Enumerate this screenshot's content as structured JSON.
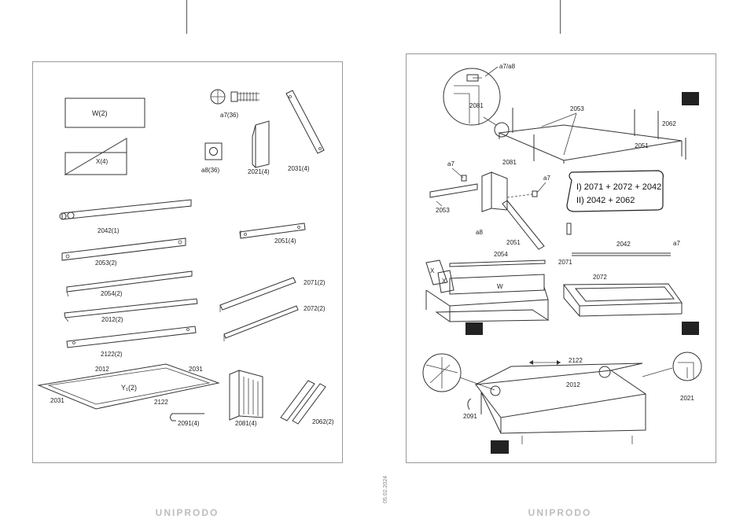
{
  "left_page": {
    "part_labels": {
      "w": "W(2)",
      "x": "X(4)",
      "a7": "a7(36)",
      "a8": "a8(36)",
      "p2021": "2021(4)",
      "p2031": "2031(4)",
      "p2042": "2042(1)",
      "p2051": "2051(4)",
      "p2053": "2053(2)",
      "p2054": "2054(2)",
      "p2071": "2071(2)",
      "p2072": "2072(2)",
      "p2012": "2012(2)",
      "p2122": "2122(2)",
      "frame_2012": "2012",
      "frame_2031_right": "2031",
      "frame_y1": "Y₁(2)",
      "frame_2031_left": "2031",
      "frame_2122": "2122",
      "p2091": "2091(4)",
      "p2081": "2081(4)",
      "p2062": "2062(2)"
    }
  },
  "right_page": {
    "step1_labels": {
      "a7a8": "a7/a8",
      "p2081": "2081",
      "p2053": "2053",
      "p2062": "2062",
      "p2051": "2051"
    },
    "step2_labels": {
      "a7_left": "a7",
      "p2081": "2081",
      "a7_right": "a7",
      "p2053": "2053",
      "a8": "a8",
      "p2051": "2051"
    },
    "callout": {
      "line1": "I) 2071 + 2072 + 2042",
      "line2": "II) 2042 + 2062"
    },
    "step3_labels": {
      "p2054": "2054",
      "x1": "X",
      "x2": "X",
      "w": "W"
    },
    "step4_labels": {
      "p2042": "2042",
      "a7": "a7",
      "p2071": "2071",
      "p2072": "2072"
    },
    "step5_labels": {
      "p2122": "2122",
      "p2012": "2012",
      "p2091": "2091",
      "p2021": "2021"
    }
  },
  "footer": {
    "brand_left": "UNIPRODO",
    "brand_right": "UNIPRODO",
    "date": "05.02.2024"
  }
}
